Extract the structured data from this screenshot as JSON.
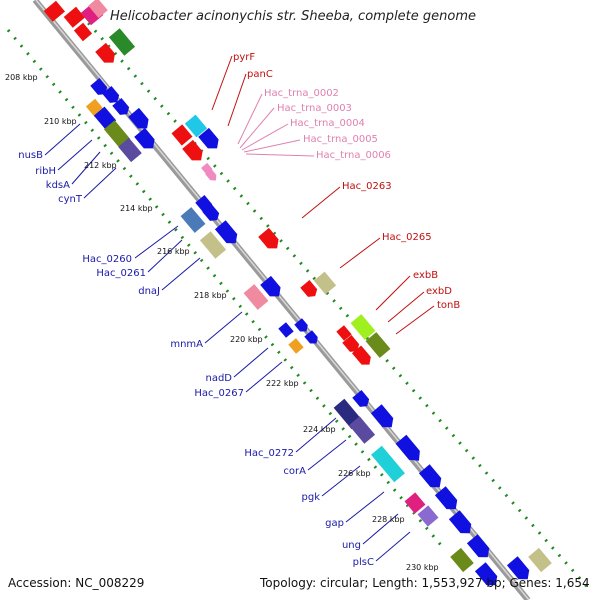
{
  "title": "Helicobacter acinonychis str. Sheeba, complete genome",
  "footer": {
    "accession": "Accession: NC_008229",
    "summary": "Topology: circular; Length: 1,553,927 bp; Genes: 1,654"
  },
  "ticks": [
    "208 kbp",
    "210 kbp",
    "212 kbp",
    "214 kbp",
    "216 kbp",
    "218 kbp",
    "220 kbp",
    "222 kbp",
    "224 kbp",
    "226 kbp",
    "228 kbp",
    "230 kbp"
  ],
  "left_labels": [
    "nusB",
    "ribH",
    "kdsA",
    "cynT",
    "Hac_0260",
    "Hac_0261",
    "dnaJ",
    "mnmA",
    "nadD",
    "Hac_0267",
    "Hac_0272",
    "corA",
    "pgk",
    "gap",
    "ung",
    "plsC"
  ],
  "right_labels": [
    "pyrF",
    "panC",
    "Hac_0263",
    "Hac_0265",
    "exbB",
    "exbD",
    "tonB"
  ],
  "trna_labels": [
    "Hac_trna_0002",
    "Hac_trna_0003",
    "Hac_trna_0004",
    "Hac_trna_0005",
    "Hac_trna_0006"
  ],
  "colors": {
    "backbone": "#a0a0a0",
    "dots": "#1f8a1f",
    "left_label": "#1a1aa8",
    "right_label": "#c01010",
    "trna_label": "#e080b0",
    "blue": "#1010e0",
    "red": "#ee1010",
    "green": "#2a8a2a",
    "olive": "#6a8a1a",
    "khaki": "#c4c08a",
    "purple": "#5a4aa0",
    "cyan": "#20d0e0",
    "orange": "#f0a020",
    "pink": "#f08aa0",
    "magenta": "#e02080",
    "steel": "#4a7ab8",
    "lime": "#a0f020"
  }
}
